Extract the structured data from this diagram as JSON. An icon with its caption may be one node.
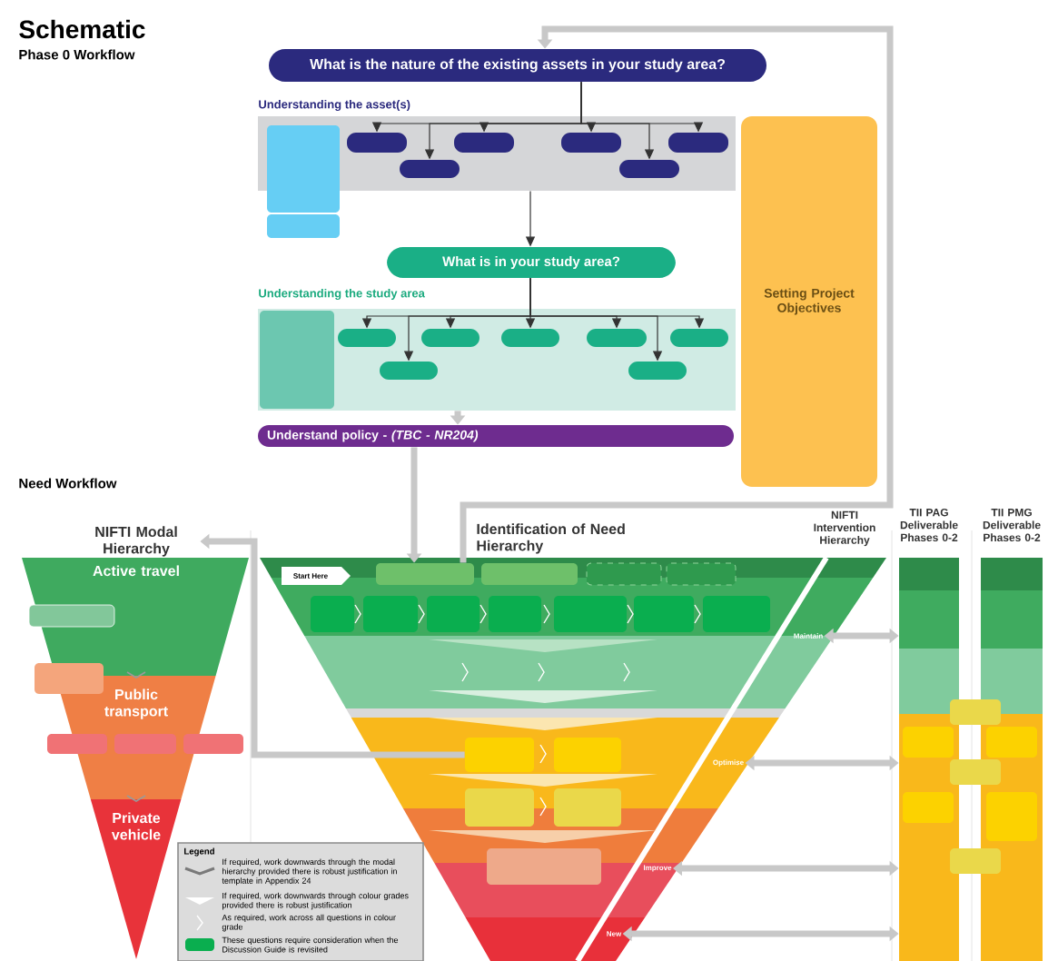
{
  "diagram": {
    "title": "Schematic",
    "nodes": [
      {
        "text": [
          "What is the nature of the existing assets in your study area?"
        ]
      },
      {
        "text": [
          "Understanding the asset(s)"
        ]
      },
      {
        "text": [],
        "shape": "box"
      },
      {
        "text": [],
        "shape": "box"
      },
      {
        "text": [],
        "shape": "pill",
        "in": 1
      },
      {
        "text": [],
        "shape": "pill",
        "in": 1
      },
      {
        "text": [],
        "shape": "pill",
        "in": 1
      },
      {
        "text": [],
        "shape": "pill",
        "in": 1
      },
      {
        "text": [],
        "shape": "pill",
        "in": 1
      },
      {
        "text": [],
        "shape": "pill",
        "in": 1
      },
      {
        "text": [
          "What is in your study area?"
        ]
      },
      {
        "text": [
          "Understanding the study area"
        ]
      },
      {
        "text": [],
        "shape": "box",
        "in": 11
      },
      {
        "text": [],
        "shape": "pill",
        "in": 11
      },
      {
        "text": [],
        "shape": "pill",
        "in": 11
      },
      {
        "text": [],
        "shape": "pill",
        "in": 11
      },
      {
        "text": [],
        "shape": "pill",
        "in": 11
      },
      {
        "text": [],
        "shape": "pill",
        "in": 11
      },
      {
        "text": [],
        "shape": "pill",
        "in": 11
      },
      {
        "text": [],
        "shape": "pill",
        "in": 11
      },
      {
        "text": [
          "Understand policy - *(TBC - NR204)*"
        ]
      },
      {
        "text": [
          "Setting Project Objectives"
        ]
      },
      {
        "text": [
          "NIFTI Modal Hierarchy"
        ]
      },
      {
        "text": [
          "Active travel"
        ]
      },
      {
        "text": [
          "Public transport"
        ]
      },
      {
        "text": [
          "Private vehicle"
        ]
      },
      {
        "text": [],
        "shape": "box",
        "in": 23
      },
      {
        "text": [],
        "shape": "box"
      },
      {
        "text": [],
        "shape": "box"
      },
      {
        "text": [],
        "shape": "box",
        "in": 24
      },
      {
        "text": [],
        "shape": "box"
      },
      {
        "text": [
          "Identification of Need Hierarchy"
        ]
      },
      {
        "text": [
          "Start Here"
        ],
        "in": 31
      },
      {
        "text": [],
        "shape": "box",
        "in": 31
      },
      {
        "text": [],
        "shape": "box",
        "in": 31
      },
      {
        "text": [],
        "shape": "box",
        "in": 31
      },
      {
        "text": [],
        "shape": "box",
        "in": 31
      },
      {
        "text": [],
        "shape": "box",
        "in": 31
      },
      {
        "text": [],
        "shape": "box",
        "in": 31
      },
      {
        "text": [],
        "shape": "box",
        "in": 31
      },
      {
        "text": [],
        "shape": "box",
        "in": 31
      },
      {
        "text": [],
        "shape": "box",
        "in": 31
      },
      {
        "text": [],
        "shape": "box",
        "in": 31
      },
      {
        "text": [],
        "shape": "box",
        "in": 31
      },
      {
        "text": [],
        "shape": "box",
        "in": 31
      },
      {
        "text": [],
        "shape": "box",
        "in": 31
      },
      {
        "text": [],
        "shape": "box",
        "in": 31
      },
      {
        "text": [],
        "shape": "box",
        "in": 31
      },
      {
        "text": [],
        "shape": "box",
        "in": 31
      },
      {
        "text": [
          "NIFTI Intervention Hierarchy"
        ]
      },
      {
        "text": [
          "Maintain"
        ],
        "in": 31
      },
      {
        "text": [
          "Optimise"
        ],
        "in": 31
      },
      {
        "text": [
          "Improve"
        ],
        "in": 31
      },
      {
        "text": [
          "New"
        ],
        "in": 31
      },
      {
        "text": [
          "TII PAG Deliverable Phases 0-2"
        ]
      },
      {
        "text": [
          "TII PMG Deliverable Phases 0-2"
        ]
      },
      {
        "text": [],
        "shape": "box",
        "in": 54
      },
      {
        "text": [],
        "shape": "box",
        "in": 54
      },
      {
        "text": [],
        "shape": "box",
        "in": 55
      },
      {
        "text": [],
        "shape": "box",
        "in": 55
      },
      {
        "text": [],
        "shape": "box"
      },
      {
        "text": [],
        "shape": "box"
      },
      {
        "text": [],
        "shape": "box"
      }
    ],
    "edges": [
      {
        "from": 33,
        "to": 0,
        "arrow": "to",
        "style": "thick",
        "color": "#c8c8c8"
      },
      {
        "from": 0,
        "to": 4,
        "arrow": "to"
      },
      {
        "from": 0,
        "to": 5,
        "arrow": "to"
      },
      {
        "from": 0,
        "to": 6,
        "arrow": "to"
      },
      {
        "from": 0,
        "to": 7,
        "arrow": "to"
      },
      {
        "from": 0,
        "to": 8,
        "arrow": "to"
      },
      {
        "from": 0,
        "to": 9,
        "arrow": "to"
      },
      {
        "from": 1,
        "to": 10,
        "arrow": "to"
      },
      {
        "from": 10,
        "to": 13,
        "arrow": "to"
      },
      {
        "from": 10,
        "to": 14,
        "arrow": "to"
      },
      {
        "from": 10,
        "to": 15,
        "arrow": "to"
      },
      {
        "from": 10,
        "to": 16,
        "arrow": "to"
      },
      {
        "from": 10,
        "to": 17,
        "arrow": "to"
      },
      {
        "from": 10,
        "to": 18,
        "arrow": "to"
      },
      {
        "from": 10,
        "to": 19,
        "arrow": "to"
      },
      {
        "from": 11,
        "to": 20,
        "arrow": "to",
        "style": "thick",
        "color": "#c8c8c8"
      },
      {
        "from": 20,
        "to": 33,
        "arrow": "to",
        "style": "thick",
        "color": "#c8c8c8"
      },
      {
        "from": 44,
        "to": 22,
        "arrow": "to",
        "style": "thick",
        "color": "#c8c8c8"
      },
      {
        "from": 54,
        "to": 50,
        "arrow": "both",
        "style": "thick",
        "color": "#c8c8c8"
      },
      {
        "from": 54,
        "to": 51,
        "arrow": "both",
        "style": "thick",
        "color": "#c8c8c8"
      },
      {
        "from": 54,
        "to": 52,
        "arrow": "both",
        "style": "thick",
        "color": "#c8c8c8"
      },
      {
        "from": 54,
        "to": 53,
        "arrow": "both",
        "style": "thick",
        "color": "#c8c8c8"
      }
    ],
    "labels": [
      "Phase 0 Workflow",
      "Need Workflow",
      "Legend"
    ],
    "legend": [
      {
        "text": "If required, work downwards through the modal hierarchy provided there is robust justification in template in Appendix 24"
      },
      {
        "text": "If required, work downwards through colour grades provided there is robust justification"
      },
      {
        "text": "As required, work across all questions in colour grade"
      },
      {
        "text": "These questions require consideration when the Discussion Guide is revisited",
        "color": "#0aae4f"
      }
    ]
  }
}
